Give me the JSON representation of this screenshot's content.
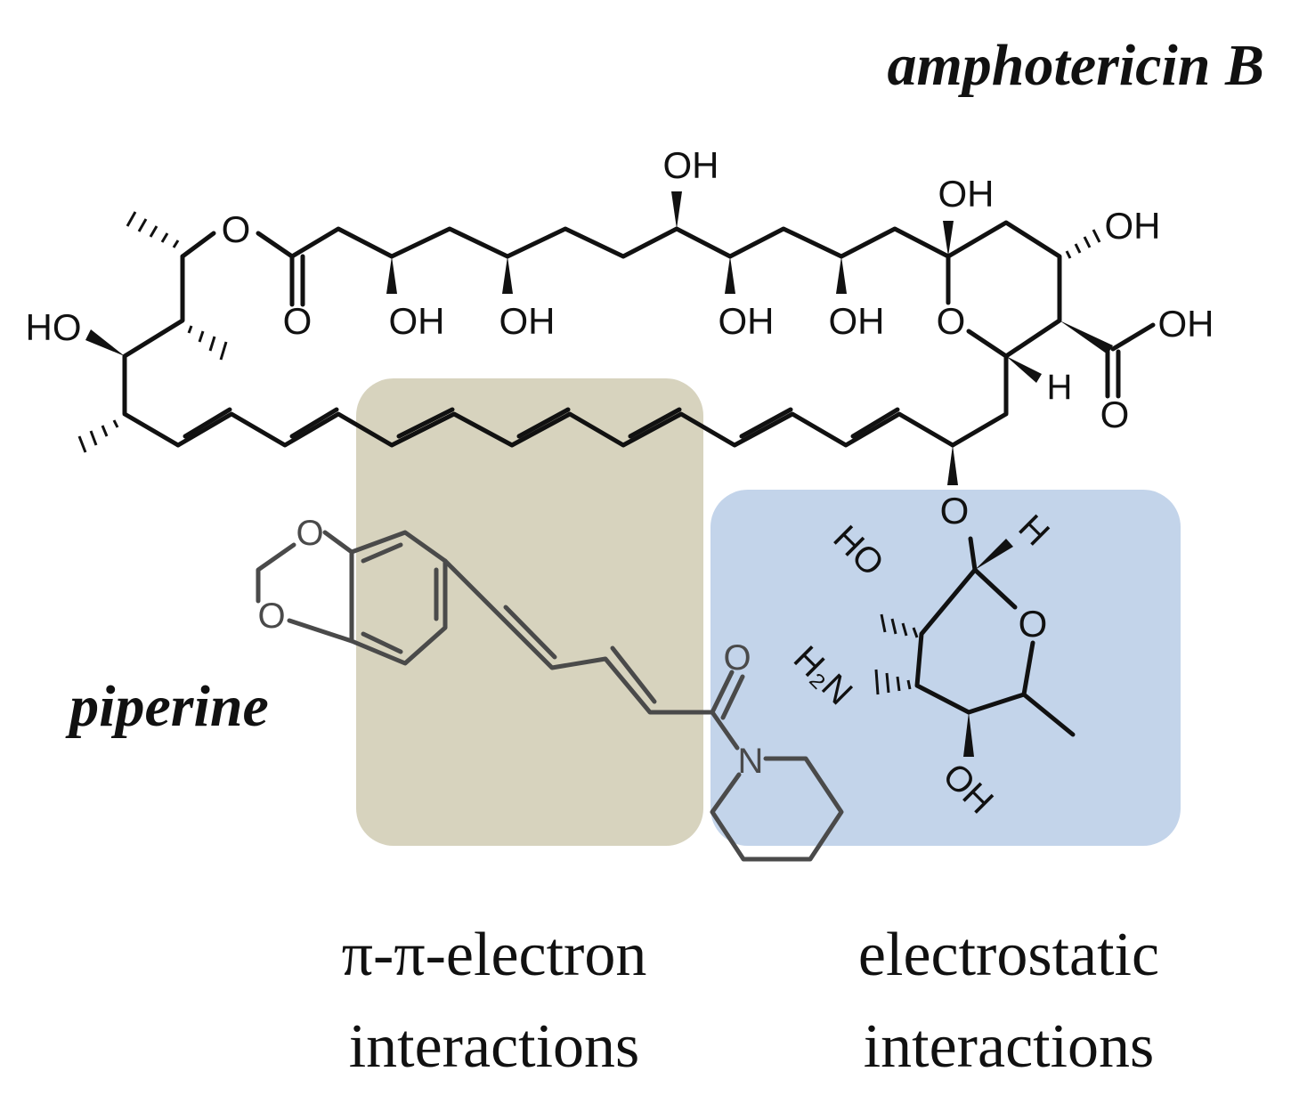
{
  "labels": {
    "amphotericin": "amphotericin B",
    "piperine": "piperine"
  },
  "captions": {
    "left": {
      "line1": "π-π-electron",
      "line2": "interactions"
    },
    "right": {
      "line1": "electrostatic",
      "line2": "interactions"
    }
  },
  "atoms": {
    "oh": "OH",
    "ho": "HO",
    "o": "O",
    "h": "H",
    "n": "N",
    "h2n": "H₂N"
  },
  "colors": {
    "pi_region": "#d7d3be",
    "electrostatic_region": "#c3d4ea",
    "amphotericin_bonds": "#111111",
    "piperine_bonds": "#4a4a4a"
  }
}
